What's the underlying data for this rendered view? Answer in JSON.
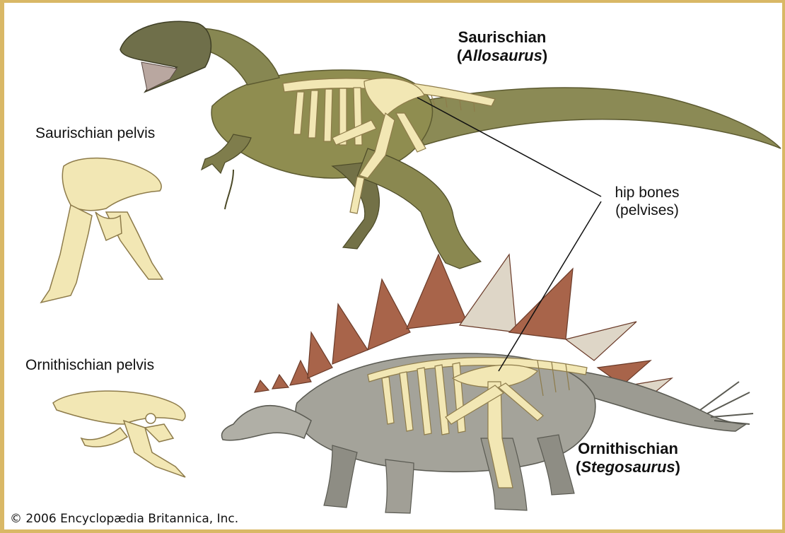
{
  "labels": {
    "saurischian": {
      "name": "Saurischian",
      "genus": "Allosaurus"
    },
    "ornithischian": {
      "name": "Ornithischian",
      "genus": "Stegosaurus"
    },
    "hip_bones": {
      "line1": "hip bones",
      "line2": "(pelvises)"
    },
    "saurischian_pelvis": "Saurischian pelvis",
    "ornithischian_pelvis": "Ornithischian pelvis"
  },
  "credit": "© 2006 Encyclopædia Britannica, Inc.",
  "colors": {
    "border": "#d9b866",
    "bone": "#f2e7b4",
    "bone_outline": "#8d7b4a",
    "allosaurus_body": "#8a8a4e",
    "stegosaurus_body": "#9a9a92",
    "plates": "#a8644a"
  }
}
